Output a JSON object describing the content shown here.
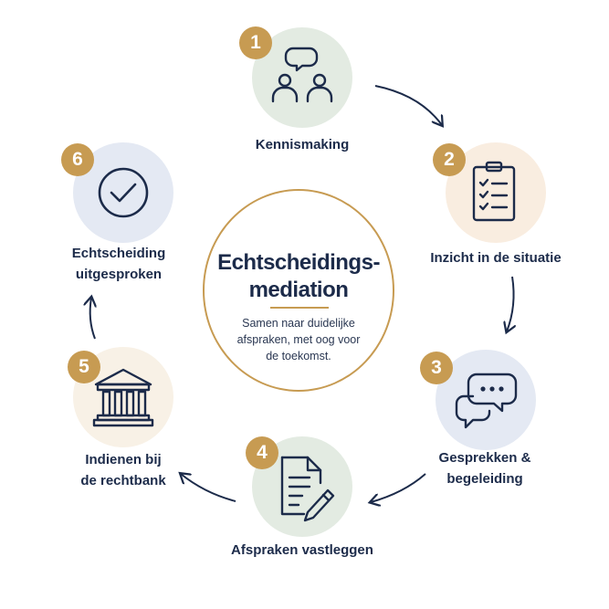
{
  "center": {
    "title_line1": "Echtscheidings-",
    "title_line2": "mediation",
    "subtitle_line1": "Samen naar duidelijke",
    "subtitle_line2": "afspraken, met oog voor",
    "subtitle_line3": "de toekomst."
  },
  "steps": [
    {
      "number": "1",
      "label_line1": "Kennismaking",
      "label_line2": "",
      "icon": "people-chat-icon"
    },
    {
      "number": "2",
      "label_line1": "Inzicht in de situatie",
      "label_line2": "",
      "icon": "clipboard-checklist-icon"
    },
    {
      "number": "3",
      "label_line1": "Gesprekken &",
      "label_line2": "begeleiding",
      "icon": "speech-bubbles-icon"
    },
    {
      "number": "4",
      "label_line1": "Afspraken vastleggen",
      "label_line2": "",
      "icon": "document-pen-icon"
    },
    {
      "number": "5",
      "label_line1": "Indienen bij",
      "label_line2": "de rechtbank",
      "icon": "courthouse-icon"
    },
    {
      "number": "6",
      "label_line1": "Echtscheiding",
      "label_line2": "uitgesproken",
      "icon": "checkmark-circle-icon"
    }
  ],
  "colors": {
    "navy": "#1c2b4a",
    "gold": "#c79b52",
    "green": "#e3ebe2",
    "peach": "#f9ede0",
    "blue": "#e4e9f3",
    "cream": "#f8f1e6"
  }
}
